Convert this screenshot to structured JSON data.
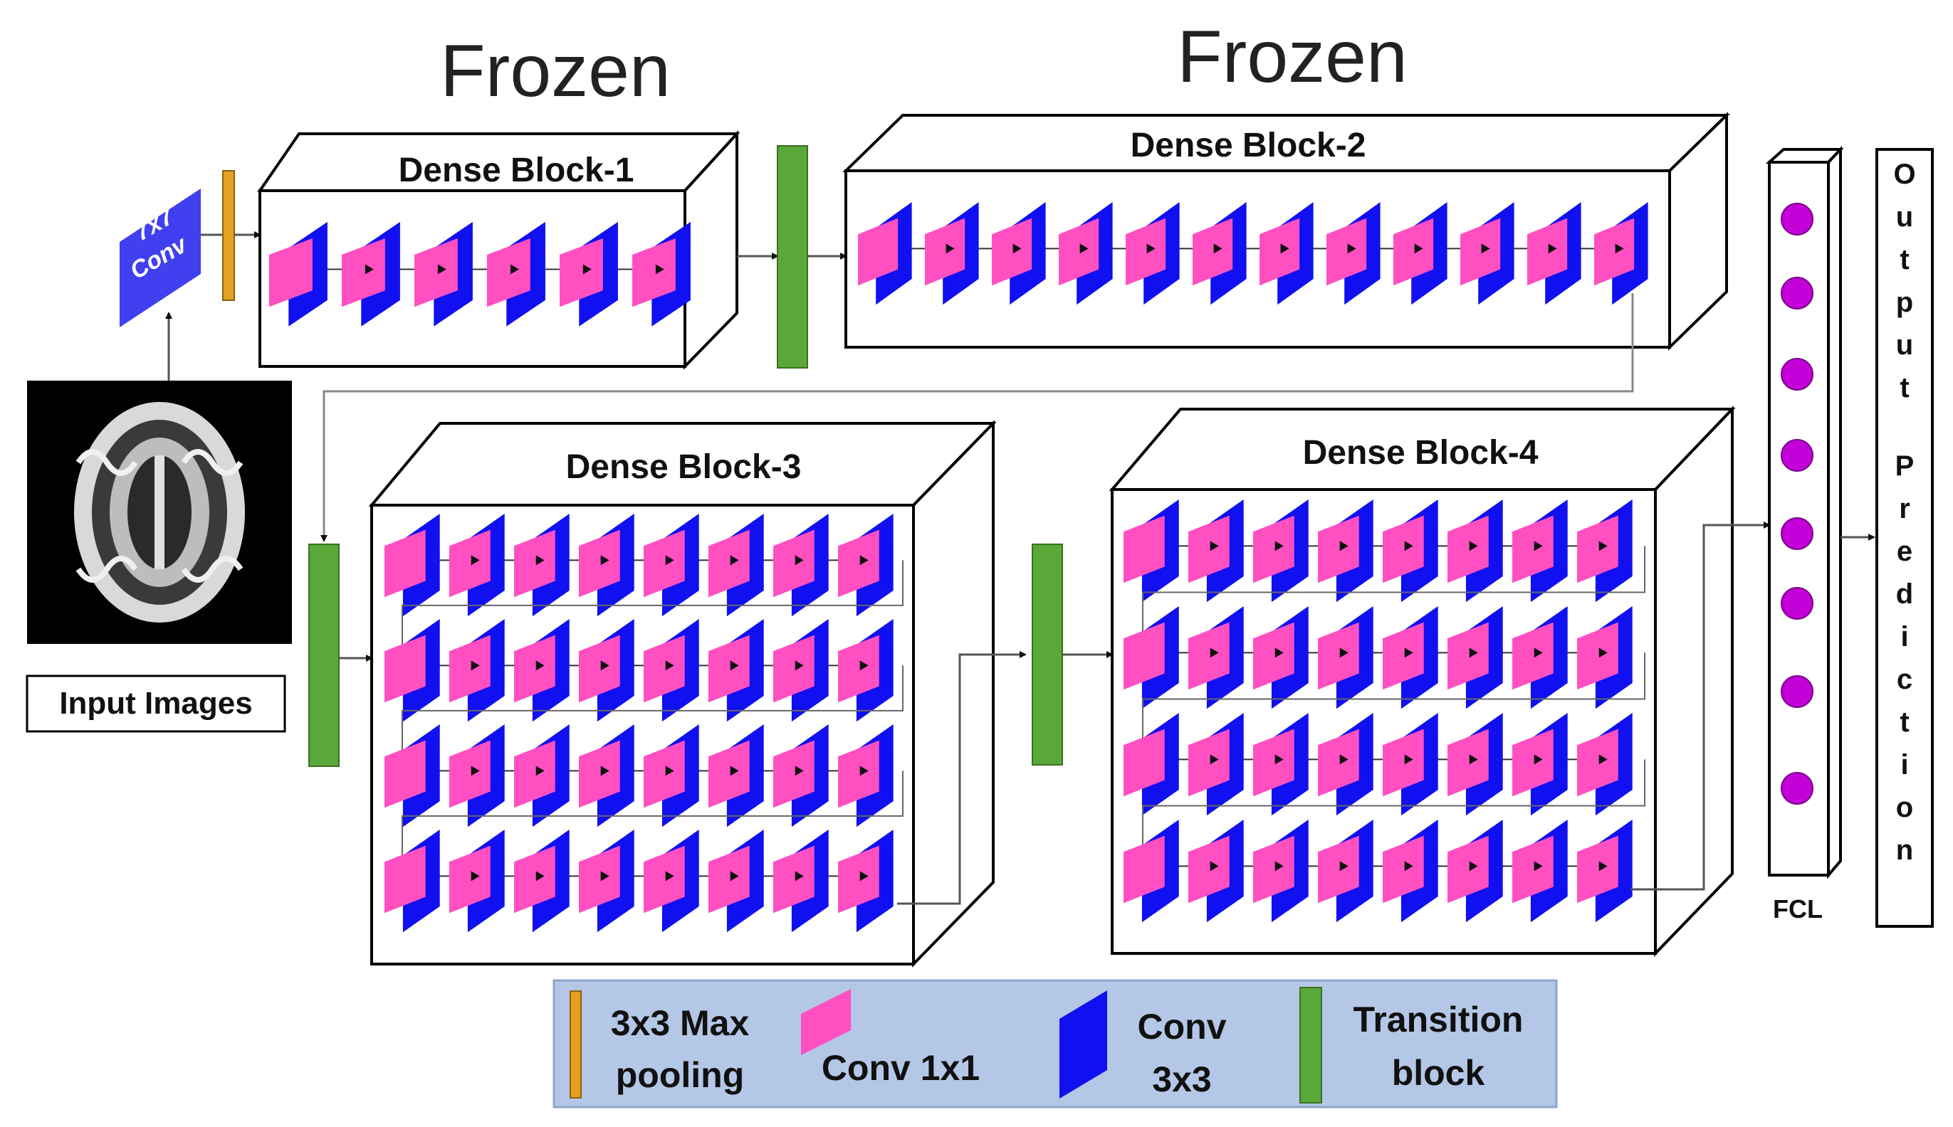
{
  "headings": [
    "Frozen",
    "Frozen"
  ],
  "input": {
    "label": "Input Images",
    "conv_label_line1": "7x7",
    "conv_label_line2": "Conv"
  },
  "blocks": [
    {
      "title": "Dense Block-1",
      "rows": 1,
      "units": 6
    },
    {
      "title": "Dense Block-2",
      "rows": 1,
      "units": 12
    },
    {
      "title": "Dense Block-3",
      "rows": 4,
      "units": 8
    },
    {
      "title": "Dense Block-4",
      "rows": 4,
      "units": 8
    }
  ],
  "fcl": {
    "label": "FCL",
    "nodes": 8
  },
  "output": {
    "label": "Output Prediction"
  },
  "legend": {
    "maxpool": [
      "3x3 Max",
      "pooling"
    ],
    "conv1": "Conv 1x1",
    "conv3": [
      "Conv",
      "3x3"
    ],
    "transition": [
      "Transition",
      "block"
    ]
  },
  "colors": {
    "pink": "#ff4fc1",
    "blue": "#1010f0",
    "green": "#5aa83a",
    "orange": "#e8a020",
    "purple": "#c300d8",
    "legend_bg": "#b4c7e7"
  }
}
